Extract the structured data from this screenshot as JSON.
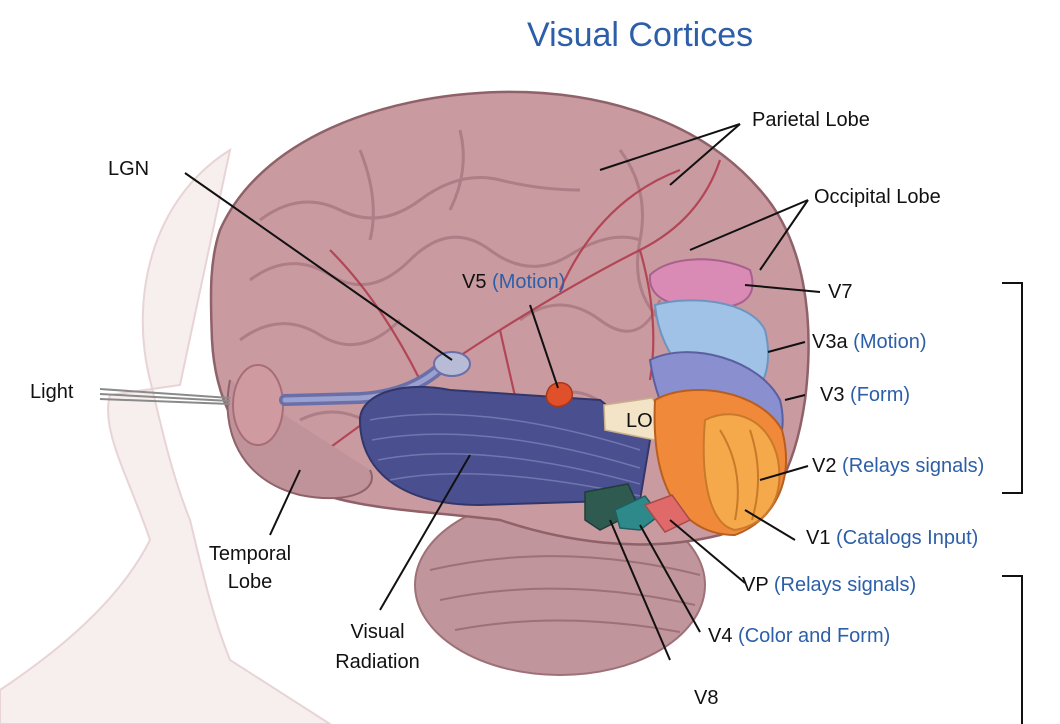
{
  "title": "Visual Cortices",
  "labels": {
    "parietal": "Parietal Lobe",
    "occipital": "Occipital Lobe",
    "lgn": "LGN",
    "v5": "V5",
    "v5_desc": "(Motion)",
    "v7": "V7",
    "v3a": "V3a",
    "v3a_desc": "(Motion)",
    "v3": "V3",
    "v3_desc": "(Form)",
    "v2": "V2",
    "v2_desc": "(Relays signals)",
    "v1": "V1",
    "v1_desc": "(Catalogs Input)",
    "vp": "VP",
    "vp_desc": "(Relays signals)",
    "v4": "V4",
    "v4_desc": "(Color and Form)",
    "v8": "V8",
    "lo": "LO",
    "light": "Light",
    "temporal_1": "Temporal",
    "temporal_2": "Lobe",
    "visual_1": "Visual",
    "visual_2": "Radiation"
  },
  "colors": {
    "title": "#2c5fa8",
    "brain": "#c99aa0",
    "v1": "#f5a94a",
    "v2": "#f08a3a",
    "v3": "#8a8fd0",
    "v3a": "#9fc2e6",
    "v7": "#d98ab5",
    "v4": "#2e8a8a",
    "v8": "#2f5a50",
    "v5": "#e0502a",
    "lo": "#f3e4c8",
    "radiation": "#4a4f8f"
  }
}
